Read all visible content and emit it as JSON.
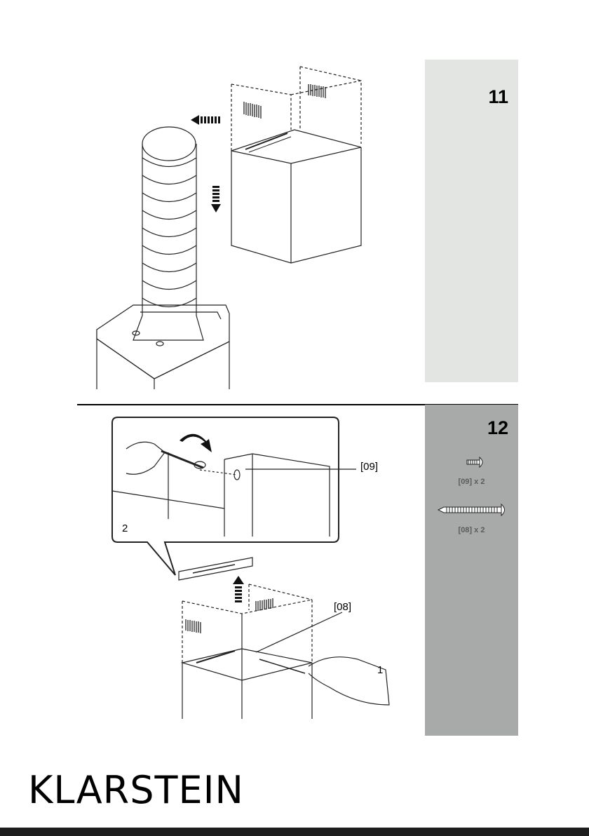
{
  "step11": {
    "number": "11"
  },
  "step12": {
    "number": "12",
    "parts": [
      {
        "label": "[09] x 2",
        "icon": "short-screw-icon"
      },
      {
        "label": "[08] x 2",
        "icon": "long-screw-icon"
      }
    ],
    "callouts": {
      "part_09": "[09]",
      "part_08": "[08]",
      "detail_2": "2",
      "detail_1": "1"
    }
  },
  "brand": {
    "name": "KLARSTEIN"
  }
}
